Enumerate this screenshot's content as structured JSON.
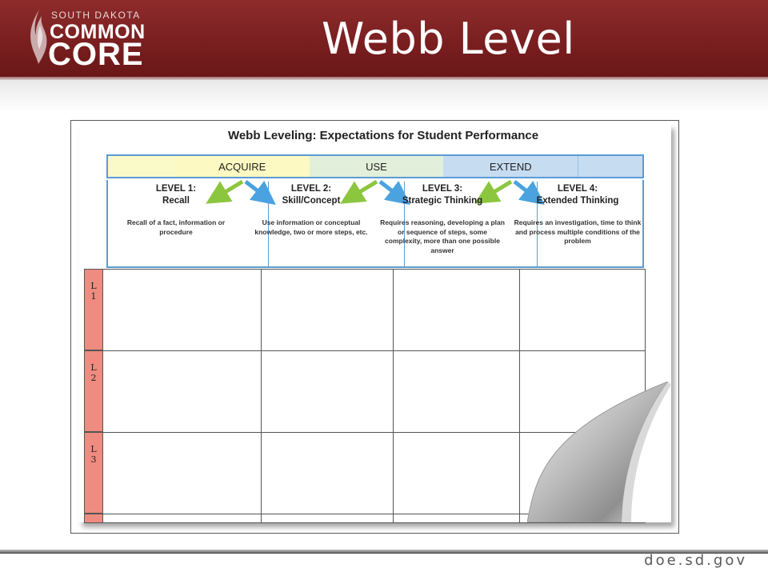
{
  "logo": {
    "small_text": "SOUTH DAKOTA",
    "line1": "COMMON",
    "line2": "CORE",
    "icon": "flame-icon"
  },
  "slide_title": "Webb Level",
  "document": {
    "title": "Webb Leveling:  Expectations for Student Performance",
    "categories": [
      "ACQUIRE",
      "USE",
      "EXTEND"
    ],
    "levels": [
      {
        "title_line1": "LEVEL 1:",
        "title_line2": "Recall",
        "description": "Recall of a fact, information or procedure"
      },
      {
        "title_line1": "LEVEL 2:",
        "title_line2": "Skill/Concept",
        "description": "Use information or conceptual knowledge, two or more steps, etc."
      },
      {
        "title_line1": "LEVEL 3:",
        "title_line2": "Strategic Thinking",
        "description": "Requires reasoning, developing a plan or sequence of steps, some complexity, more than one possible answer"
      },
      {
        "title_line1": "LEVEL 4:",
        "title_line2": "Extended Thinking",
        "description": "Requires an investigation, time to think and process multiple conditions of the problem"
      }
    ],
    "row_labels": [
      "L\n1",
      "L\n2",
      "L\n3"
    ]
  },
  "colors": {
    "header": "#7a1f20",
    "acquire": "#fdf9c2",
    "use": "#e2efda",
    "extend": "#c6dcf1",
    "border_blue": "#5b9bd5",
    "row_label": "#ef8b80"
  },
  "footer": {
    "site": "doe.sd.gov"
  }
}
